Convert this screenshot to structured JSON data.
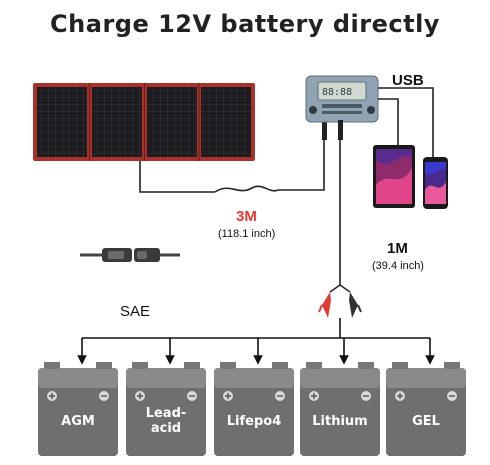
{
  "title": "Charge 12V battery directly",
  "labels": {
    "usb": "USB",
    "cable_main_length": "3M",
    "cable_main_length_sub": "(118.1 inch)",
    "cable_clip_length": "1M",
    "cable_clip_length_sub": "(39.4 inch)",
    "sae": "SAE"
  },
  "batteries": [
    {
      "label": "AGM"
    },
    {
      "label": "Lead-\nacid"
    },
    {
      "label": "Lifepo4"
    },
    {
      "label": "Lithium"
    },
    {
      "label": "GEL"
    }
  ],
  "colors": {
    "highlight_text": "#e53935",
    "panel_frame": "#a8322b",
    "battery_body": "#6f6f6f",
    "clip_red": "#e53935",
    "clip_black": "#333333"
  },
  "icons": [
    "solar-panel-icon",
    "charge-controller-icon",
    "tablet-icon",
    "phone-icon",
    "sae-connector-icon",
    "alligator-clip-icon",
    "battery-icon"
  ]
}
